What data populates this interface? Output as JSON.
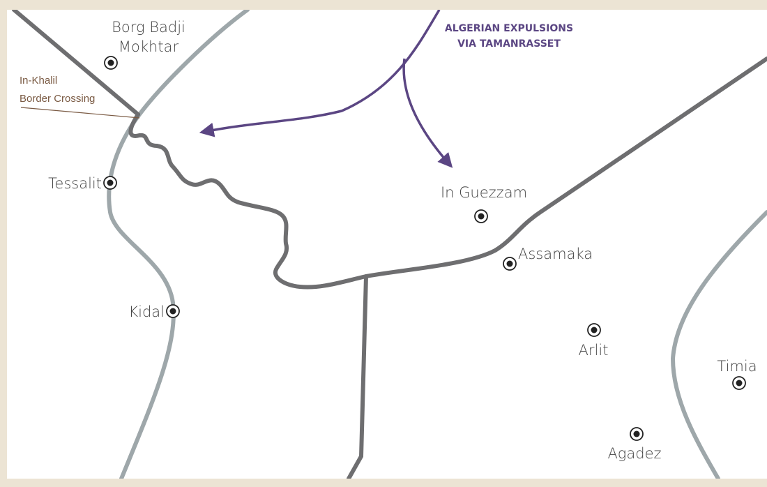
{
  "colors": {
    "background": "#ece4d4",
    "map": "#ffffff",
    "border_dark": "#6e6e70",
    "border_light": "#9ea7aa",
    "route": "#5b4683",
    "callout_text": "#7a5a43",
    "city_text": "#444444"
  },
  "route": {
    "label_line1": "ALGERIAN EXPULSIONS",
    "label_line2": "VIA TAMANRASSET"
  },
  "callout": {
    "line1": "In-Khalil",
    "line2": "Border Crossing"
  },
  "cities": {
    "borg_badji_line1": "Borg Badji",
    "borg_badji_line2": "Mokhtar",
    "tessalit": "Tessalit",
    "kidal": "Kidal",
    "in_guezzam": "In Guezzam",
    "assamaka": "Assamaka",
    "arlit": "Arlit",
    "timia": "Timia",
    "agadez": "Agadez"
  },
  "icons": {
    "city_marker": "city-marker-icon",
    "arrowhead": "arrowhead-icon"
  }
}
